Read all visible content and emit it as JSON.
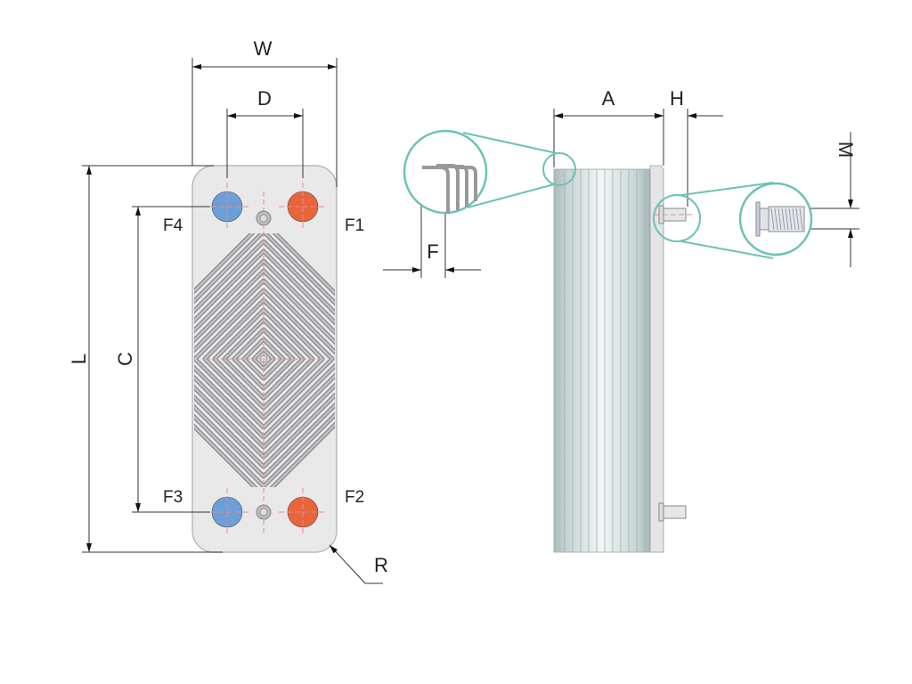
{
  "diagram": {
    "dimensions": {
      "width": "W",
      "port_distance": "D",
      "length": "L",
      "port_center_distance": "C",
      "radius": "R",
      "pack_depth": "A",
      "connection_height": "H",
      "thread_size": "M",
      "plate_fold": "F"
    },
    "ports": {
      "f1": "F1",
      "f2": "F2",
      "f3": "F3",
      "f4": "F4"
    },
    "colors": {
      "cold_port": "#6a9fd8",
      "hot_port": "#e8643a",
      "detail_circle": "#6cc3b5",
      "plate": "#e9e9ea"
    }
  }
}
